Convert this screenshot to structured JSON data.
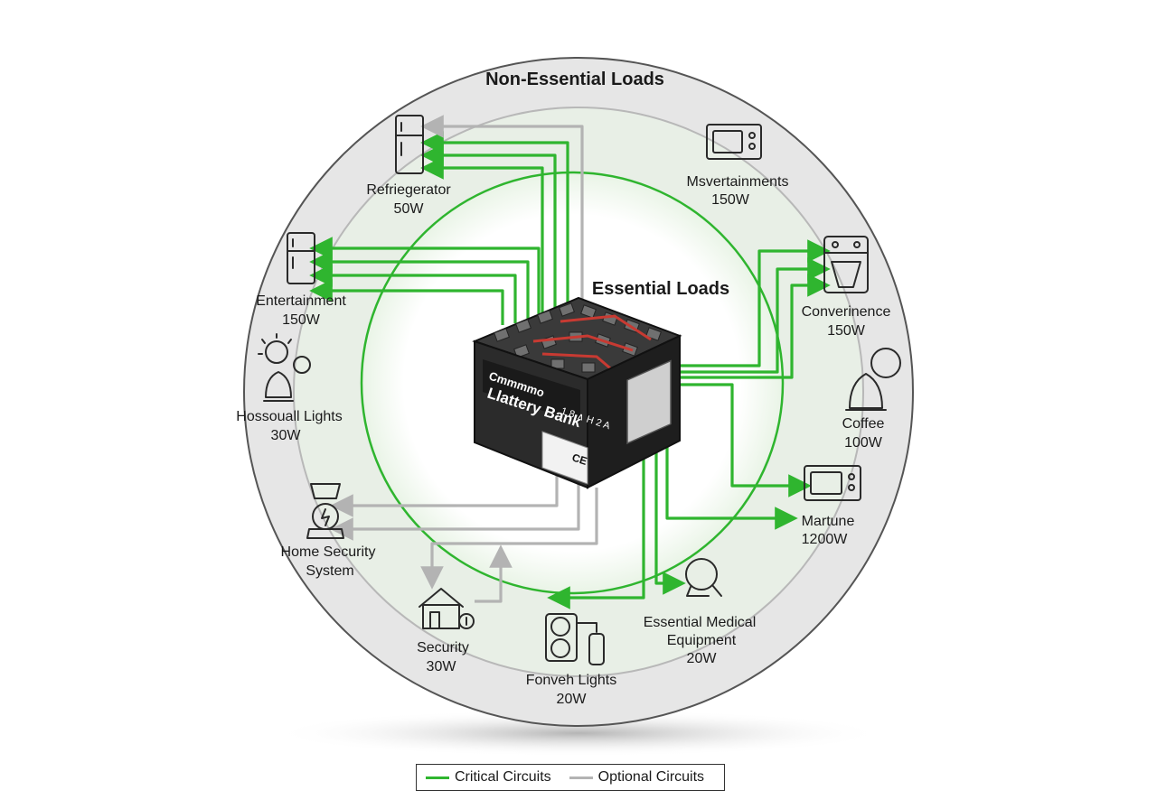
{
  "diagram": {
    "outer_title": "Non-Essential Loads",
    "inner_title": "Essential Loads"
  },
  "battery": {
    "brand": "Cmmmmo",
    "name": "Llattery Bank",
    "model": "1 8 ∧ H 2 A",
    "marks": "CE"
  },
  "loads": [
    {
      "id": "refrigerator",
      "name": "Refriegerator",
      "watt": "50W",
      "icon": "refrigerator-icon"
    },
    {
      "id": "microwave-top",
      "name": "Msvertainments",
      "watt": "150W",
      "icon": "microwave-icon"
    },
    {
      "id": "entertainment",
      "name": "Entertainment",
      "watt": "150W",
      "icon": "refrigerator-icon"
    },
    {
      "id": "convenience",
      "name": "Converinence",
      "watt": "150W",
      "icon": "coffee-maker-icon"
    },
    {
      "id": "household-lights",
      "name": "Hossouall Lights",
      "watt": "30W",
      "icon": "light-bulbs-icon"
    },
    {
      "id": "coffee",
      "name": "Coffee",
      "watt": "100W",
      "icon": "lamp-icon"
    },
    {
      "id": "home-security",
      "name": "Home Security",
      "name2": "System",
      "watt": "",
      "icon": "security-device-icon"
    },
    {
      "id": "martune",
      "name": "Martune",
      "watt": "1200W",
      "icon": "microwave-icon"
    },
    {
      "id": "security",
      "name": "Security",
      "watt": "30W",
      "icon": "house-icon"
    },
    {
      "id": "medical",
      "name": "Essential Medical",
      "name2": "Equipment",
      "watt": "20W",
      "icon": "magnifier-icon"
    },
    {
      "id": "fonveh-lights",
      "name": "Fonveh Lights",
      "watt": "20W",
      "icon": "medical-device-icon"
    }
  ],
  "legend": {
    "critical": "Critical Circuits",
    "optional": "Optional Circuits",
    "critical_color": "#2fb52f",
    "optional_color": "#b3b3b3"
  },
  "colors": {
    "outer_ring": "#e5e5e5",
    "inner_circle": "#2fb52f",
    "battery_body": "#2b2b2b"
  }
}
